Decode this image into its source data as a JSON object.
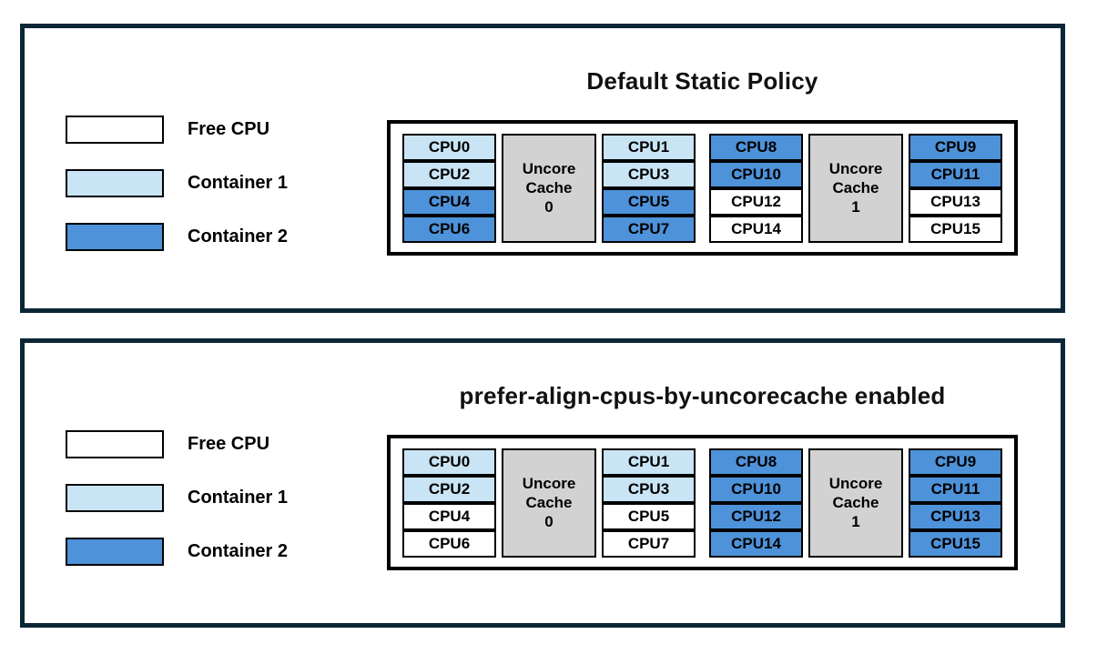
{
  "colors": {
    "free_cpu": "#ffffff",
    "container_1": "#c9e4f5",
    "container_2": "#4e92d9",
    "uncore_cache": "#d2d2d2",
    "panel_border": "#0b2636",
    "cell_border": "#000000"
  },
  "legend": {
    "items": [
      {
        "label": "Free CPU",
        "state": "free"
      },
      {
        "label": "Container 1",
        "state": "c1"
      },
      {
        "label": "Container 2",
        "state": "c2"
      }
    ]
  },
  "panels": [
    {
      "title": "Default Static Policy",
      "groups": [
        {
          "cache_lines": [
            "Uncore",
            "Cache",
            "0"
          ],
          "left_cpus": [
            {
              "label": "CPU0",
              "state": "c1"
            },
            {
              "label": "CPU2",
              "state": "c1"
            },
            {
              "label": "CPU4",
              "state": "c2"
            },
            {
              "label": "CPU6",
              "state": "c2"
            }
          ],
          "right_cpus": [
            {
              "label": "CPU1",
              "state": "c1"
            },
            {
              "label": "CPU3",
              "state": "c1"
            },
            {
              "label": "CPU5",
              "state": "c2"
            },
            {
              "label": "CPU7",
              "state": "c2"
            }
          ]
        },
        {
          "cache_lines": [
            "Uncore",
            "Cache",
            "1"
          ],
          "left_cpus": [
            {
              "label": "CPU8",
              "state": "c2"
            },
            {
              "label": "CPU10",
              "state": "c2"
            },
            {
              "label": "CPU12",
              "state": "free"
            },
            {
              "label": "CPU14",
              "state": "free"
            }
          ],
          "right_cpus": [
            {
              "label": "CPU9",
              "state": "c2"
            },
            {
              "label": "CPU11",
              "state": "c2"
            },
            {
              "label": "CPU13",
              "state": "free"
            },
            {
              "label": "CPU15",
              "state": "free"
            }
          ]
        }
      ]
    },
    {
      "title": "prefer-align-cpus-by-uncorecache enabled",
      "groups": [
        {
          "cache_lines": [
            "Uncore",
            "Cache",
            "0"
          ],
          "left_cpus": [
            {
              "label": "CPU0",
              "state": "c1"
            },
            {
              "label": "CPU2",
              "state": "c1"
            },
            {
              "label": "CPU4",
              "state": "free"
            },
            {
              "label": "CPU6",
              "state": "free"
            }
          ],
          "right_cpus": [
            {
              "label": "CPU1",
              "state": "c1"
            },
            {
              "label": "CPU3",
              "state": "c1"
            },
            {
              "label": "CPU5",
              "state": "free"
            },
            {
              "label": "CPU7",
              "state": "free"
            }
          ]
        },
        {
          "cache_lines": [
            "Uncore",
            "Cache",
            "1"
          ],
          "left_cpus": [
            {
              "label": "CPU8",
              "state": "c2"
            },
            {
              "label": "CPU10",
              "state": "c2"
            },
            {
              "label": "CPU12",
              "state": "c2"
            },
            {
              "label": "CPU14",
              "state": "c2"
            }
          ],
          "right_cpus": [
            {
              "label": "CPU9",
              "state": "c2"
            },
            {
              "label": "CPU11",
              "state": "c2"
            },
            {
              "label": "CPU13",
              "state": "c2"
            },
            {
              "label": "CPU15",
              "state": "c2"
            }
          ]
        }
      ]
    }
  ]
}
